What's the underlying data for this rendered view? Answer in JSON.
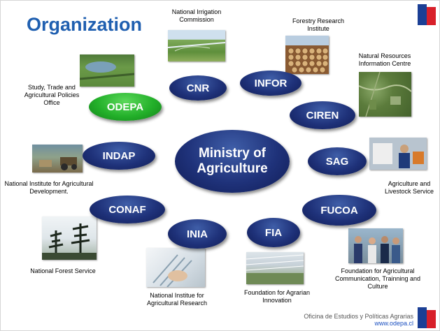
{
  "title": "Organization",
  "center": {
    "line1": "Ministry of",
    "line2": "Agriculture"
  },
  "nodes": {
    "cnr": "CNR",
    "infor": "INFOR",
    "ciren": "CIREN",
    "odepa": "ODEPA",
    "indap": "INDAP",
    "sag": "SAG",
    "conaf": "CONAF",
    "fucoa": "FUCOA",
    "inia": "INIA",
    "fia": "FIA"
  },
  "labels": {
    "cnr": "National Irrigation Commission",
    "infor": "Forestry Research Institute",
    "ciren": "Natural Resources Information Centre",
    "odepa": "Study, Trade and Agricultural Policies Office",
    "indap": "National Institute for Agricultural Development.",
    "sag": "Agriculture and Livestock Service",
    "conaf": "National Forest Service",
    "fucoa": "Foundation for Agricultural Communication, Trainning and Culture",
    "inia": "National Institue for Agricultural Research",
    "fia": "Foundation for Agrarian Innovation"
  },
  "footer": {
    "org": "Oficina de Estudios y Políticas Agrarias",
    "url": "www.odepa.cl"
  },
  "colors": {
    "title": "#1f5fb0",
    "node_navy": "#1f327a",
    "node_green": "#23b02a",
    "flag_blue": "#1b3f95",
    "flag_red": "#d8202a"
  }
}
